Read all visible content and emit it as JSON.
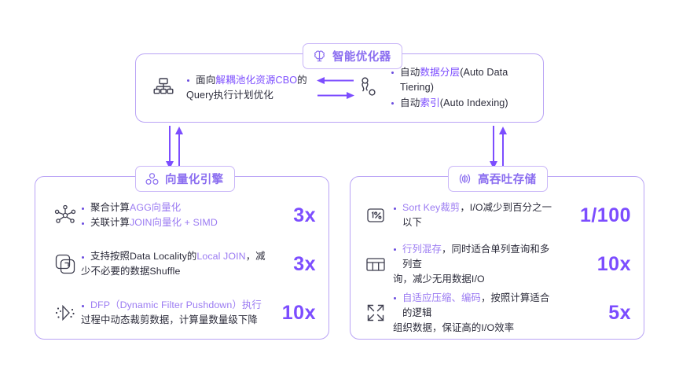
{
  "diagram": {
    "top_panel": {
      "chip": {
        "label": "智能优化器",
        "icon": "brain-icon"
      },
      "left_column": {
        "icon": "sitemap-icon",
        "items": [
          {
            "segments": [
              {
                "text": "面向",
                "style": "plain"
              },
              {
                "text": "解耦池化资源CBO",
                "style": "highlight"
              },
              {
                "text": "的",
                "style": "plain"
              }
            ]
          },
          {
            "bullet": false,
            "segments": [
              {
                "text": "Query执行计划优化",
                "style": "plain"
              }
            ]
          }
        ]
      },
      "arrows": {
        "icon": "bidirectional-horizontal-arrows-icon"
      },
      "right_column": {
        "icon": "link-nodes-icon",
        "items": [
          {
            "segments": [
              {
                "text": "自动",
                "style": "plain"
              },
              {
                "text": "数据分层",
                "style": "highlight"
              },
              {
                "text": "(Auto Data Tiering)",
                "style": "plain"
              }
            ]
          },
          {
            "segments": [
              {
                "text": "自动",
                "style": "plain"
              },
              {
                "text": "索引",
                "style": "highlight"
              },
              {
                "text": "(Auto Indexing)",
                "style": "plain"
              }
            ]
          }
        ]
      }
    },
    "connectors": [
      {
        "name": "left-vertical-arrows",
        "icon": "up-down-arrows-icon"
      },
      {
        "name": "right-vertical-arrows",
        "icon": "up-down-arrows-icon"
      }
    ],
    "left_panel": {
      "chip": {
        "label": "向量化引擎",
        "icon": "three-circles-icon"
      },
      "rows": [
        {
          "icon": "network-hub-icon",
          "metric": "3x",
          "items": [
            {
              "segments": [
                {
                  "text": "聚合计算",
                  "style": "plain"
                },
                {
                  "text": "AGG向量化",
                  "style": "highlight"
                }
              ]
            },
            {
              "segments": [
                {
                  "text": "关联计算",
                  "style": "plain"
                },
                {
                  "text": "JOIN向量化 + SIMD",
                  "style": "highlight"
                }
              ]
            }
          ]
        },
        {
          "icon": "copy-layers-icon",
          "metric": "3x",
          "items": [
            {
              "segments": [
                {
                  "text": "支持按照Data Locality的",
                  "style": "plain"
                },
                {
                  "text": "Local JOIN",
                  "style": "highlight"
                },
                {
                  "text": "，减",
                  "style": "plain"
                }
              ]
            },
            {
              "bullet": false,
              "segments": [
                {
                  "text": "少不必要的数据Shuffle",
                  "style": "plain"
                }
              ]
            }
          ]
        },
        {
          "icon": "filter-pushdown-icon",
          "metric": "10x",
          "items": [
            {
              "segments": [
                {
                  "text": "DFP（Dynamic Filter Pushdown）执行",
                  "style": "highlight"
                }
              ]
            },
            {
              "bullet": false,
              "segments": [
                {
                  "text": "过程中动态裁剪数据，计算量数量级下降",
                  "style": "plain"
                }
              ]
            }
          ]
        }
      ]
    },
    "right_panel": {
      "chip": {
        "label": "高吞吐存储",
        "icon": "broadcast-signal-icon"
      },
      "rows": [
        {
          "icon": "one-percent-box-icon",
          "metric": "1/100",
          "items": [
            {
              "segments": [
                {
                  "text": "Sort Key裁剪",
                  "style": "highlight"
                },
                {
                  "text": "，I/O减少到百分之一以下",
                  "style": "plain"
                }
              ]
            }
          ]
        },
        {
          "icon": "table-columns-icon",
          "metric": "10x",
          "items": [
            {
              "segments": [
                {
                  "text": "行列混存",
                  "style": "highlight"
                },
                {
                  "text": "，同时适合单列查询和多列查",
                  "style": "plain"
                }
              ]
            },
            {
              "bullet": false,
              "segments": [
                {
                  "text": "询，减少无用数据I/O",
                  "style": "plain"
                }
              ]
            }
          ]
        },
        {
          "icon": "expand-arrows-icon",
          "metric": "5x",
          "items": [
            {
              "segments": [
                {
                  "text": "自适应压缩、编码",
                  "style": "highlight"
                },
                {
                  "text": "，按照计算适合的逻辑",
                  "style": "plain"
                }
              ]
            },
            {
              "bullet": false,
              "segments": [
                {
                  "text": "组织数据，保证高的I/O效率",
                  "style": "plain"
                }
              ]
            }
          ]
        }
      ]
    },
    "colors": {
      "panel_border": "#b9a3f5",
      "chip_border": "#c9b6f8",
      "chip_label": "#8b6ef0",
      "metric": "#7c4dff",
      "highlight": "#7c4dff",
      "body_text": "#2b2b3a",
      "icon": "#3d3d4e",
      "background": "#ffffff"
    }
  }
}
